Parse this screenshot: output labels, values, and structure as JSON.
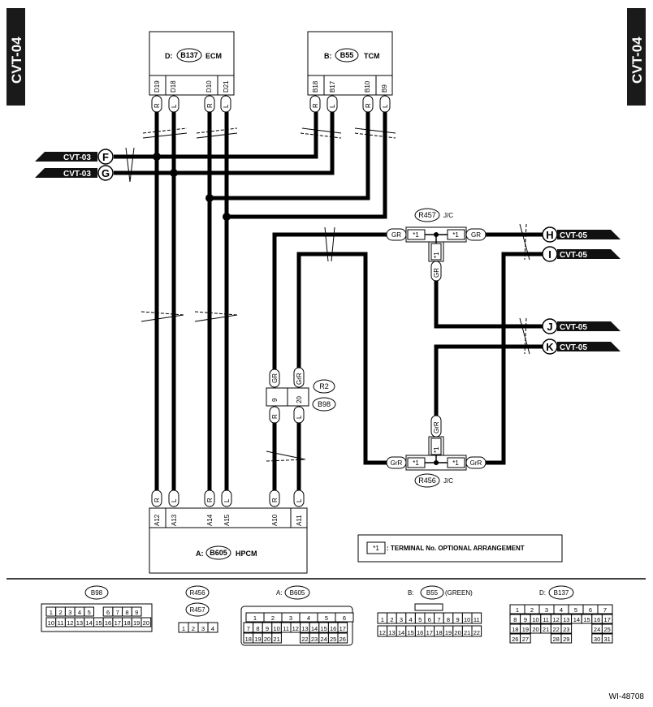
{
  "page": {
    "side_tab_left": "CVT-04",
    "side_tab_right": "CVT-04",
    "figure_id": "WI-48708"
  },
  "modules": {
    "ecm": {
      "prefix": "D:",
      "connector": "B137",
      "name": "ECM",
      "pins": [
        "D19",
        "D18",
        "D10",
        "D21"
      ],
      "colors": [
        "R",
        "L",
        "R",
        "L"
      ]
    },
    "tcm": {
      "prefix": "B:",
      "connector": "B55",
      "name": "TCM",
      "pins": [
        "B18",
        "B17",
        "B10",
        "B9"
      ],
      "colors": [
        "R",
        "L",
        "R",
        "L"
      ]
    },
    "hpcm": {
      "prefix": "A:",
      "connector": "B605",
      "name": "HPCM",
      "pins": [
        "A12",
        "A13",
        "A14",
        "A15",
        "A10",
        "A11"
      ],
      "colors": [
        "R",
        "L",
        "R",
        "L",
        "R",
        "L"
      ]
    }
  },
  "junctions": {
    "r457": {
      "name": "R457",
      "type": "J/C",
      "star": "*1",
      "wire": "GR"
    },
    "r456": {
      "name": "R456",
      "type": "J/C",
      "star": "*1",
      "wire": "GrR"
    }
  },
  "inline_connector": {
    "top": "R2",
    "bottom": "B98",
    "pins": [
      "9",
      "20"
    ],
    "upper_colors": [
      "GR",
      "GrR"
    ],
    "lower_colors": [
      "R",
      "L"
    ]
  },
  "offpage": {
    "f": {
      "page": "CVT-03",
      "letter": "F"
    },
    "g": {
      "page": "CVT-03",
      "letter": "G"
    },
    "h": {
      "page": "CVT-05",
      "letter": "H"
    },
    "i": {
      "page": "CVT-05",
      "letter": "I"
    },
    "j": {
      "page": "CVT-05",
      "letter": "J"
    },
    "k": {
      "page": "CVT-05",
      "letter": "K"
    }
  },
  "legend": {
    "symbol": "*1",
    "text": ": TERMINAL No. OPTIONAL ARRANGEMENT"
  },
  "connector_views": {
    "b98": {
      "label": "B98",
      "row1": [
        "1",
        "2",
        "3",
        "4",
        "5",
        "",
        "6",
        "7",
        "8",
        "9"
      ],
      "row2": [
        "10",
        "11",
        "12",
        "13",
        "14",
        "15",
        "16",
        "17",
        "18",
        "19",
        "20"
      ]
    },
    "r456": {
      "label": "R456"
    },
    "r457": {
      "label": "R457",
      "cells": [
        "1",
        "2",
        "3",
        "4"
      ]
    },
    "b605": {
      "prefix": "A:",
      "label": "B605",
      "row1": [
        "1",
        "2",
        "3",
        "4",
        "5",
        "6"
      ],
      "row2": [
        "7",
        "8",
        "9",
        "10",
        "11",
        "12",
        "13",
        "14",
        "15",
        "16",
        "17"
      ],
      "row3": [
        "18",
        "19",
        "20",
        "21",
        "",
        "",
        "22",
        "23",
        "24",
        "25",
        "26"
      ]
    },
    "b55": {
      "prefix": "B:",
      "label": "B55",
      "suffix": "(GREEN)",
      "row1": [
        "1",
        "2",
        "3",
        "4",
        "5",
        "6",
        "7",
        "8",
        "9",
        "10",
        "11"
      ],
      "row2": [
        "12",
        "13",
        "14",
        "15",
        "16",
        "17",
        "18",
        "19",
        "20",
        "21",
        "22"
      ]
    },
    "b137": {
      "prefix": "D:",
      "label": "B137",
      "row1": [
        "1",
        "2",
        "3",
        "4",
        "5",
        "6",
        "7"
      ],
      "row2": [
        "8",
        "9",
        "10",
        "11",
        "12",
        "13",
        "14",
        "15",
        "16",
        "17"
      ],
      "row3": [
        "18",
        "19",
        "20",
        "21",
        "22",
        "23",
        "",
        "",
        "24",
        "25"
      ],
      "row4": [
        "26",
        "27",
        "",
        "",
        "28",
        "29",
        "",
        "",
        "30",
        "31"
      ]
    }
  }
}
